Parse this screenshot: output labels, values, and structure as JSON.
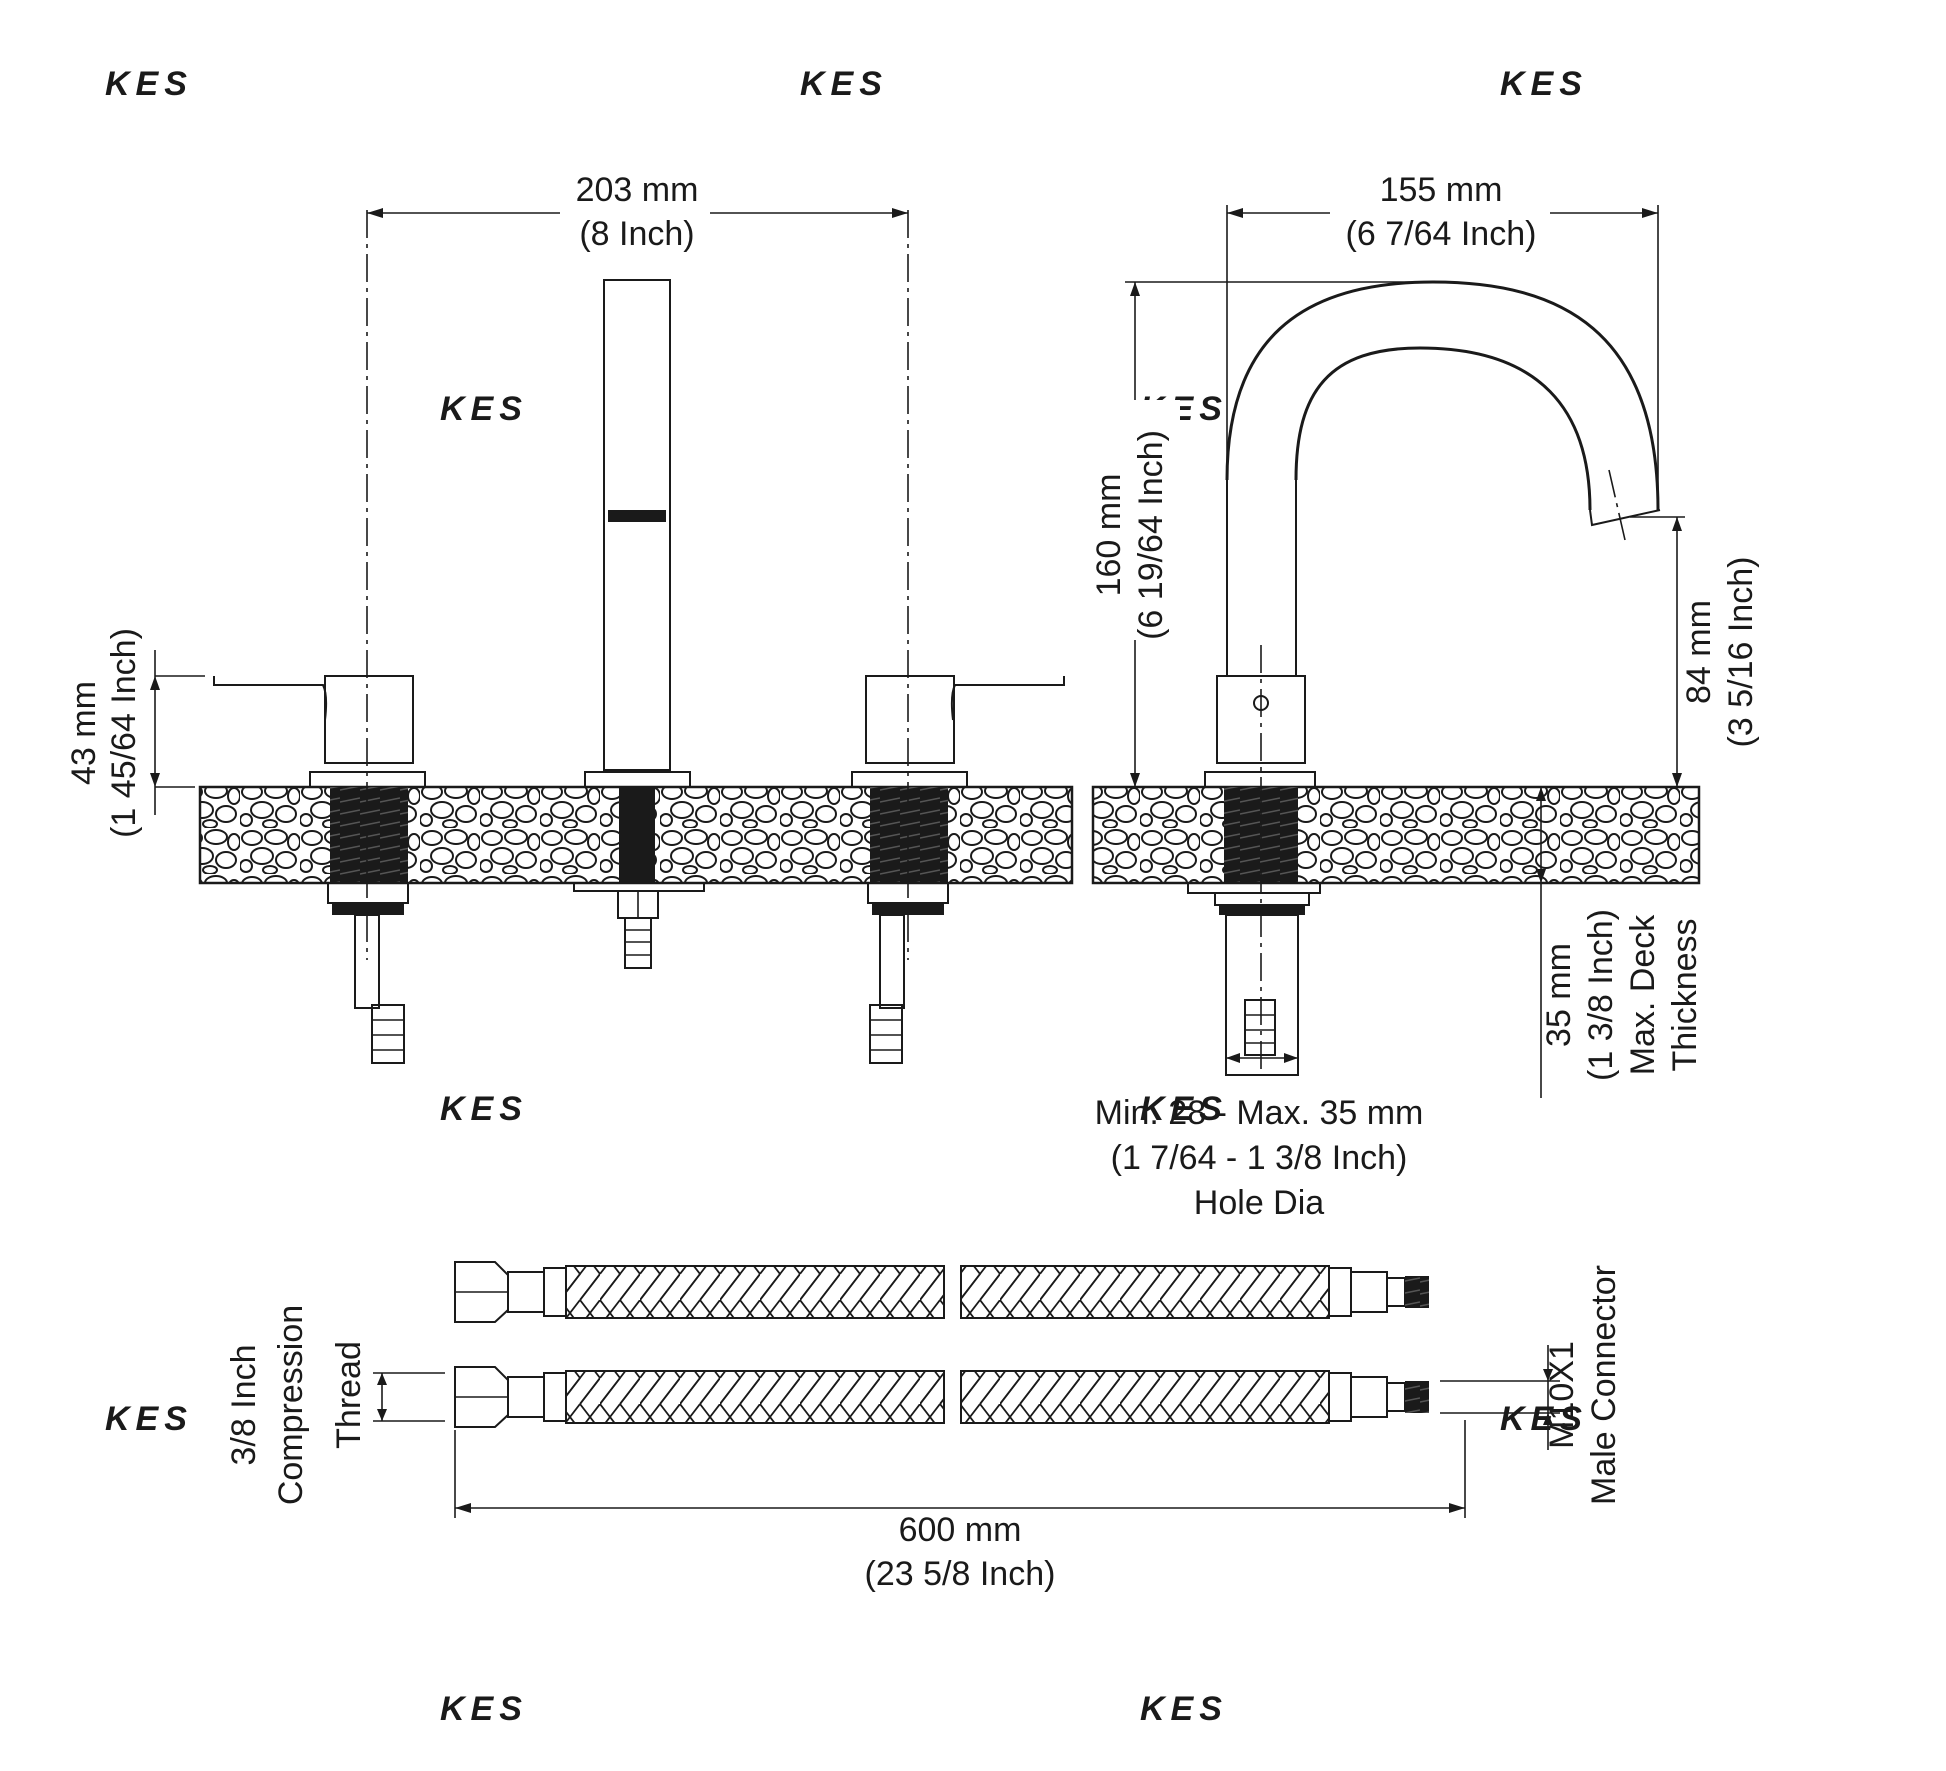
{
  "watermark": "KES",
  "colors": {
    "line": "#1a1a1a",
    "background": "#ffffff",
    "watermark": "#f3f3f3"
  },
  "dimensions": {
    "handle_spacing": {
      "mm": "203 mm",
      "inch": "(8 Inch)"
    },
    "spout_reach": {
      "mm": "155 mm",
      "inch": "(6 7/64 Inch)"
    },
    "spout_height": {
      "mm": "160 mm",
      "inch": "(6 19/64 Inch)"
    },
    "outlet_height": {
      "mm": "84 mm",
      "inch": "(3 5/16 Inch)"
    },
    "handle_height": {
      "mm": "43 mm",
      "inch": "(1 45/64 Inch)"
    },
    "deck_thickness": {
      "mm": "35 mm",
      "inch": "(1 3/8 Inch)",
      "label1": "Max. Deck",
      "label2": "Thickness"
    },
    "hole_dia": {
      "line1": "Min. 28 - Max. 35 mm",
      "line2": "(1 7/64 - 1 3/8 Inch)",
      "line3": "Hole Dia"
    },
    "hose_length": {
      "mm": "600 mm",
      "inch": "(23 5/8 Inch)"
    },
    "compression_thread": {
      "line1": "3/8 Inch",
      "line2": "Compression",
      "line3": "Thread"
    },
    "male_connector": {
      "line1": "M10X1",
      "line2": "Male Connector"
    }
  }
}
